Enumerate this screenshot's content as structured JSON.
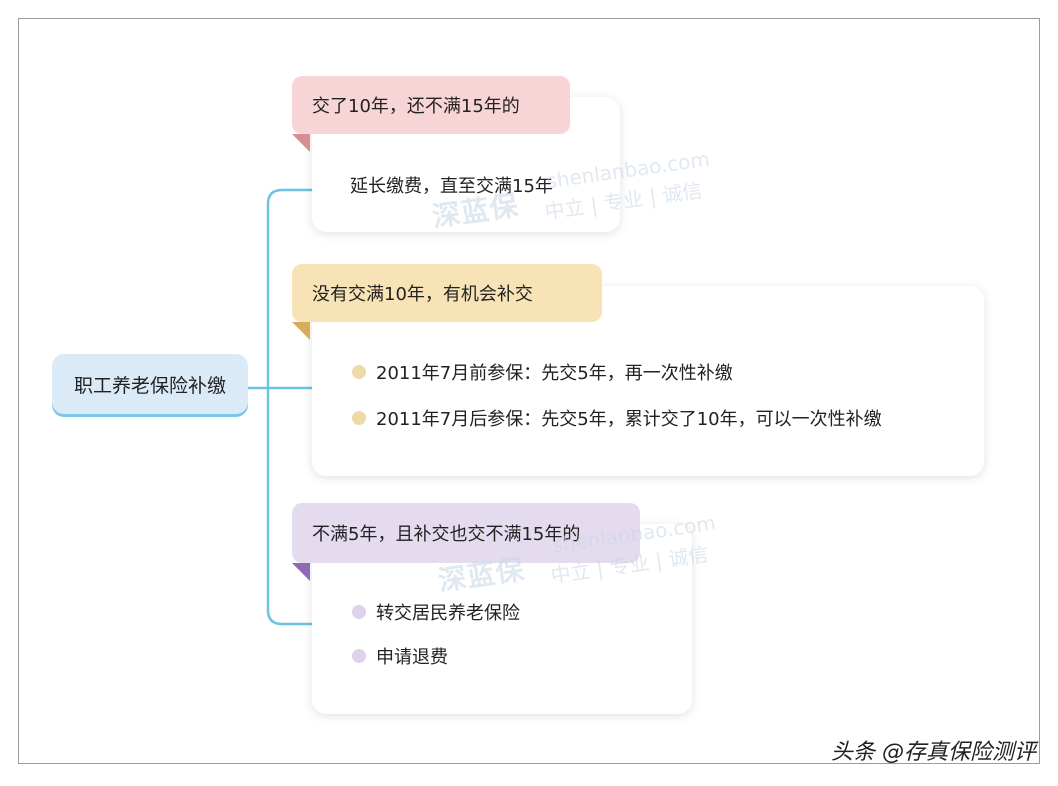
{
  "root": {
    "label": "职工养老保险补缴"
  },
  "branches": [
    {
      "title": "交了10年，还不满15年的",
      "items": [
        "延长缴费，直至交满15年"
      ],
      "color": "#f7d4d6",
      "fold_color": "#d98c91"
    },
    {
      "title": "没有交满10年，有机会补交",
      "items": [
        "2011年7月前参保：先交5年，再一次性补缴",
        "2011年7月后参保：先交5年，累计交了10年，可以一次性补缴"
      ],
      "color": "#f7e3b5",
      "fold_color": "#d8ad5a",
      "bullet_color": "#eed9a8"
    },
    {
      "title": "不满5年，且补交也交不满15年的",
      "items": [
        "转交居民养老保险",
        "申请退费"
      ],
      "color": "#e4dbef",
      "fold_color": "#8f6ab3",
      "bullet_color": "#ddd3ea"
    }
  ],
  "watermark": {
    "logo": "深蓝保",
    "url": "shenlanbao.com",
    "slogan": "中立 | 专业 | 诚信"
  },
  "credit": "头条 @存真保险测评",
  "colors": {
    "connector": "#6cc3e3",
    "root_fill": "#dbeaf7"
  }
}
